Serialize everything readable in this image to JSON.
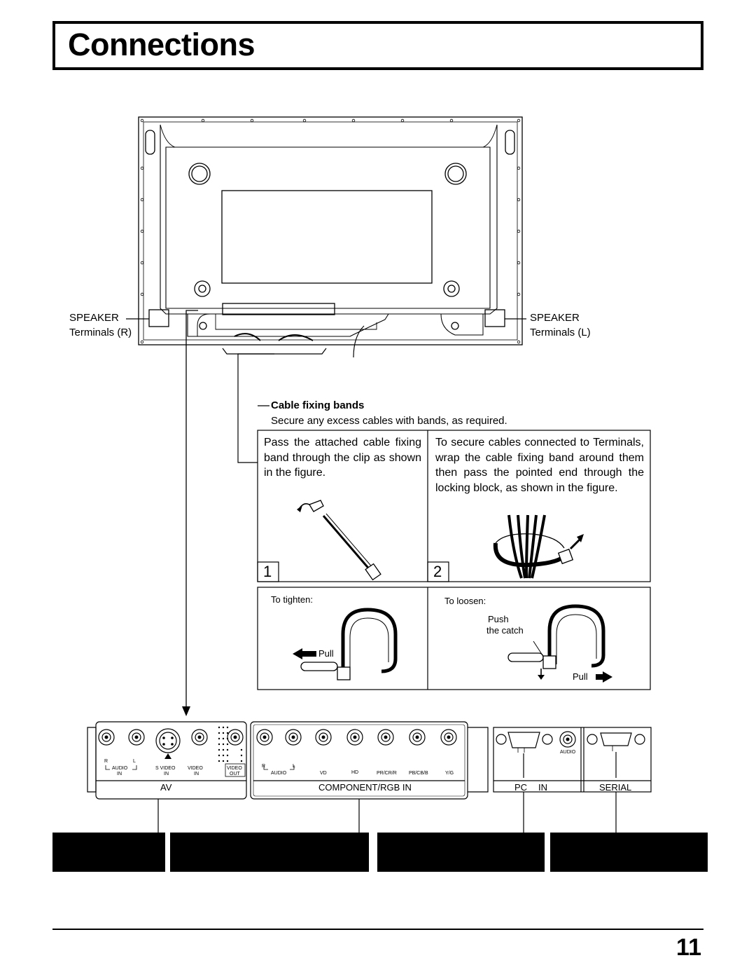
{
  "page": {
    "title": "Connections",
    "page_number": "11"
  },
  "panel": {
    "speaker_r": {
      "line1": "SPEAKER",
      "line2": "Terminals (R)"
    },
    "speaker_l": {
      "line1": "SPEAKER",
      "line2": "Terminals (L)"
    }
  },
  "cable_bands": {
    "heading": "Cable fixing bands",
    "intro": "Secure any excess cables with bands, as required.",
    "step1": {
      "number": "1",
      "text": "Pass the attached cable fixing band through the clip as shown in the figure."
    },
    "step2": {
      "number": "2",
      "text": "To secure cables connected to Terminals, wrap the cable fixing band around them then pass the pointed end through the locking block, as shown in the figure."
    },
    "tighten": {
      "label": "To tighten:",
      "pull": "Pull"
    },
    "loosen": {
      "label": "To loosen:",
      "push": "Push",
      "catch": "the catch",
      "pull": "Pull"
    }
  },
  "terminals": {
    "av": {
      "audio_r": "R",
      "audio_l": "L",
      "audio": "AUDIO",
      "audio_in": "IN",
      "svideo": "S VIDEO",
      "svideo_in": "IN",
      "video": "VIDEO",
      "video_in": "IN",
      "video_out_1": "VIDEO",
      "video_out_2": "OUT",
      "label": "AV"
    },
    "component": {
      "r": "R",
      "l": "L",
      "audio": "AUDIO",
      "vd": "VD",
      "hd": "HD",
      "pr": "PR/CR/R",
      "pb": "PB/CB/B",
      "yg": "Y/G",
      "label": "COMPONENT/RGB IN"
    },
    "pc": {
      "audio": "AUDIO",
      "label_pc": "PC",
      "label_in": "IN"
    },
    "serial": {
      "label": "SERIAL"
    }
  }
}
